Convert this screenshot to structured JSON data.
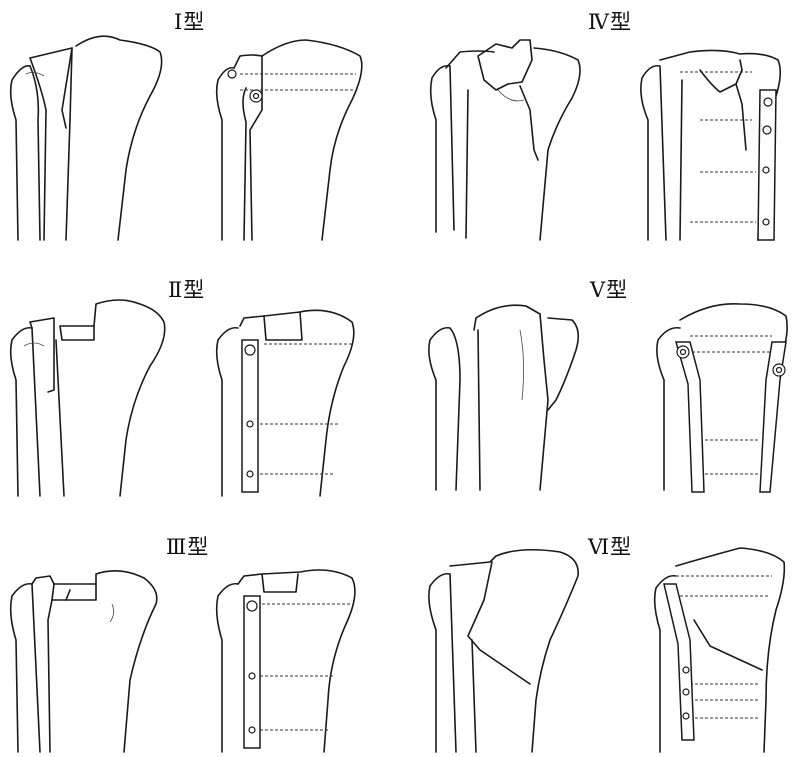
{
  "types": [
    {
      "id": "I",
      "label": "Ⅰ型"
    },
    {
      "id": "IV",
      "label": "Ⅳ型"
    },
    {
      "id": "II",
      "label": "Ⅱ型"
    },
    {
      "id": "V",
      "label": "Ⅴ型"
    },
    {
      "id": "III",
      "label": "Ⅲ型"
    },
    {
      "id": "VI",
      "label": "Ⅵ型"
    }
  ]
}
